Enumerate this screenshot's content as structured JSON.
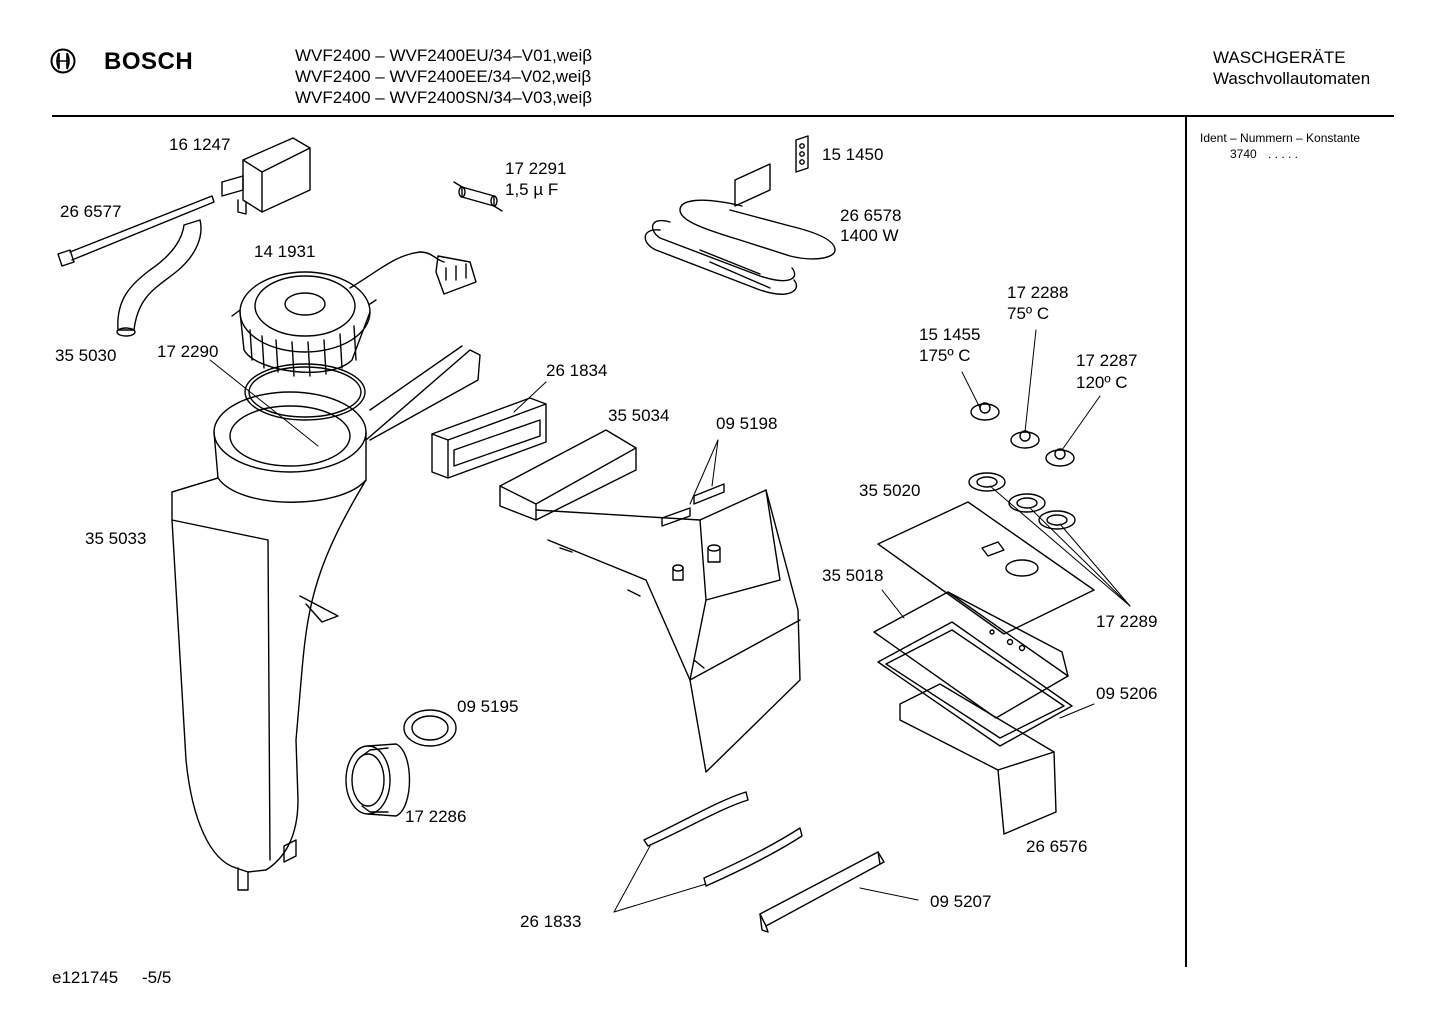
{
  "header": {
    "brand": "BOSCH",
    "models": [
      "WVF2400 – WVF2400EU/34–V01,weiβ",
      "WVF2400 – WVF2400EE/34–V02,weiβ",
      "WVF2400 – WVF2400SN/34–V03,weiβ"
    ],
    "category": "WASCHGERÄTE",
    "subcategory": "Waschvollautomaten"
  },
  "sidebar": {
    "ident_title": "Ident – Nummern – Konstante",
    "ident_value": "3740",
    "ident_dots": ". . . . ."
  },
  "footer": {
    "drawing_id": "e121745",
    "page": "-5/5"
  },
  "parts": [
    {
      "id": "161247",
      "number": "16 1247"
    },
    {
      "id": "172291",
      "number": "17 2291",
      "spec": "1,5 µ F"
    },
    {
      "id": "151450",
      "number": "15 1450"
    },
    {
      "id": "266577",
      "number": "26 6577"
    },
    {
      "id": "266578",
      "number": "26 6578",
      "spec": "1400 W"
    },
    {
      "id": "141931",
      "number": "14 1931"
    },
    {
      "id": "172288",
      "number": "17 2288",
      "spec": "75º C"
    },
    {
      "id": "355030",
      "number": "35 5030"
    },
    {
      "id": "172290",
      "number": "17 2290"
    },
    {
      "id": "151455",
      "number": "15 1455",
      "spec": "175º C"
    },
    {
      "id": "172287",
      "number": "17 2287",
      "spec": "120º C"
    },
    {
      "id": "261834",
      "number": "26 1834"
    },
    {
      "id": "355034",
      "number": "35 5034"
    },
    {
      "id": "095198",
      "number": "09 5198"
    },
    {
      "id": "355020",
      "number": "35 5020"
    },
    {
      "id": "355033",
      "number": "35 5033"
    },
    {
      "id": "355018",
      "number": "35 5018"
    },
    {
      "id": "172289",
      "number": "17 2289"
    },
    {
      "id": "095206",
      "number": "09 5206"
    },
    {
      "id": "095195",
      "number": "09 5195"
    },
    {
      "id": "172286",
      "number": "17 2286"
    },
    {
      "id": "266576",
      "number": "26 6576"
    },
    {
      "id": "095207",
      "number": "09 5207"
    },
    {
      "id": "261833",
      "number": "26 1833"
    }
  ]
}
